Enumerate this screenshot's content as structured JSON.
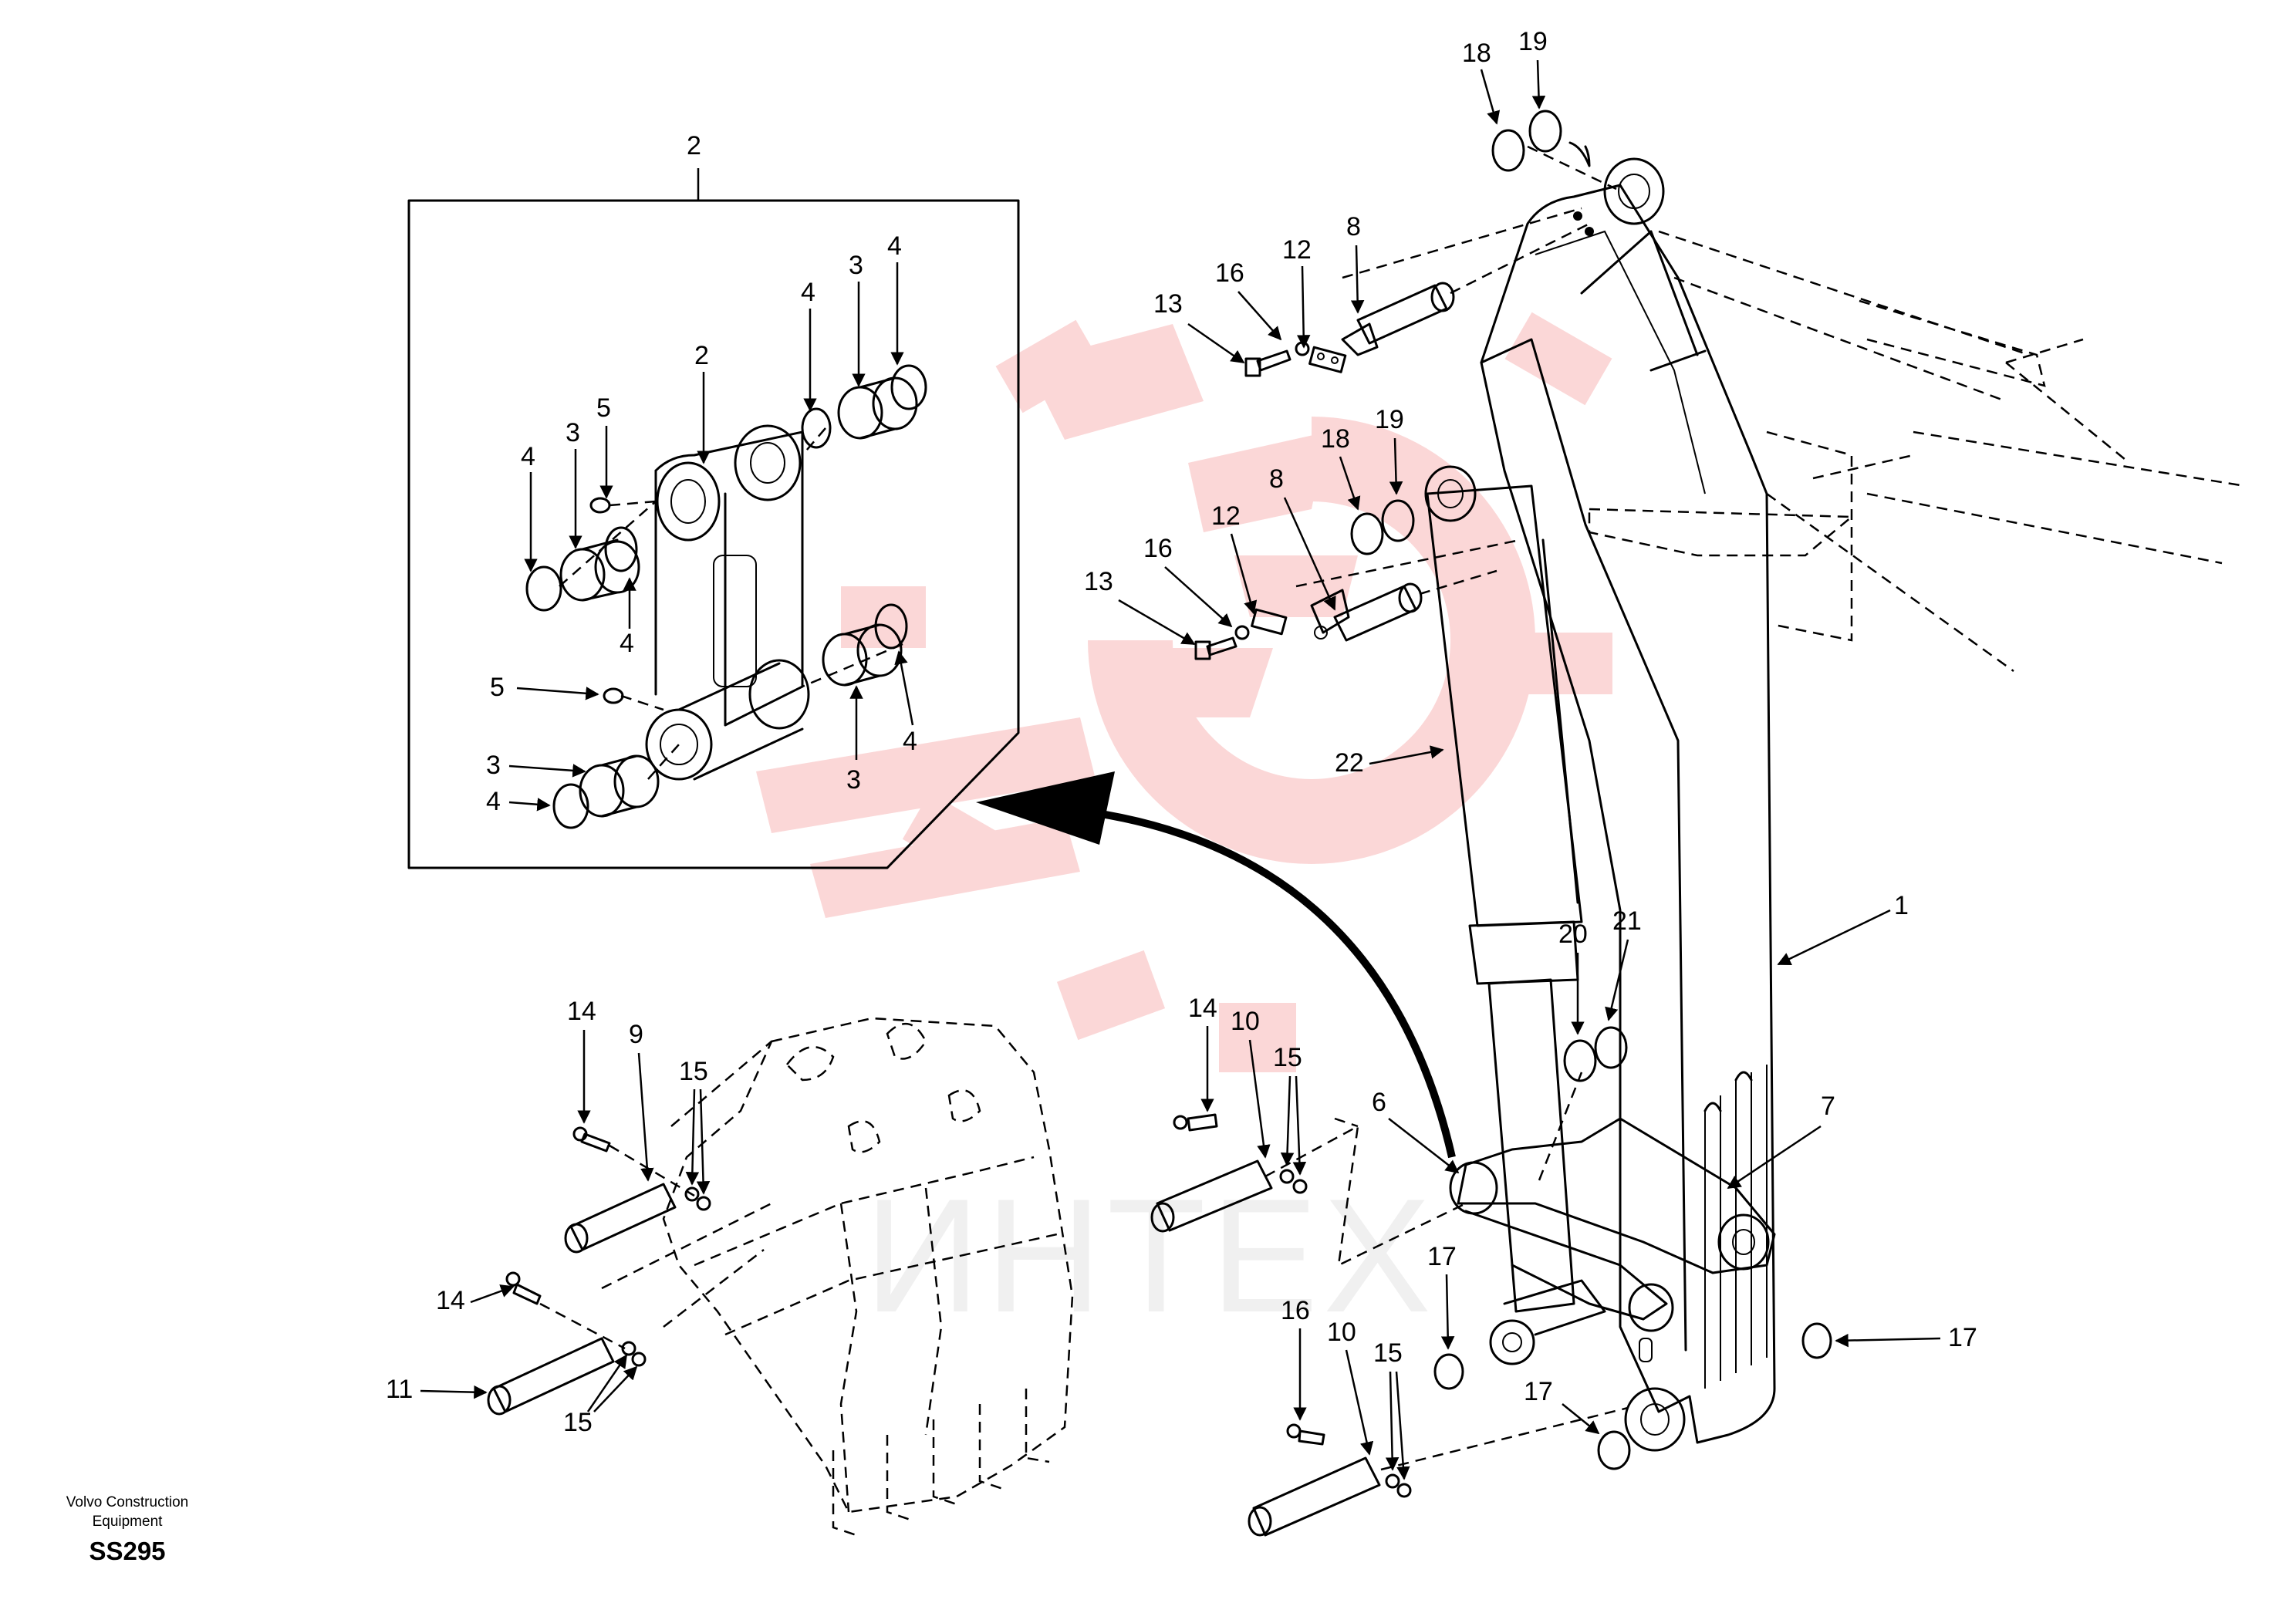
{
  "footer": {
    "manufacturer_line1": "Volvo Construction",
    "manufacturer_line2": "Equipment",
    "sheet_code": "SS295"
  },
  "watermark": {
    "text": "ИНТЕХ",
    "color": "#f7b7b7"
  },
  "inset": {
    "label": "2"
  },
  "callouts": {
    "c18_top": "18",
    "c19_top": "19",
    "c8_top": "8",
    "c12_top": "12",
    "c16_top": "16",
    "c13_top": "13",
    "c18_mid": "18",
    "c19_mid": "19",
    "c8_mid": "8",
    "c12_mid": "12",
    "c16_mid": "16",
    "c13_mid": "13",
    "c22": "22",
    "c1": "1",
    "c20": "20",
    "c21": "21",
    "c6": "6",
    "c7": "7",
    "c14_mid": "14",
    "c10_mid": "10",
    "c15_mid": "15",
    "c17_a": "17",
    "c17_b": "17",
    "c17_c": "17",
    "c16_bot": "16",
    "c10_bot": "10",
    "c15_bot": "15",
    "c14_left_top": "14",
    "c9": "9",
    "c15_left_top": "15",
    "c14_left_bot": "14",
    "c11": "11",
    "c15_left_bot": "15",
    "in_2": "2",
    "in_5a": "5",
    "in_3a": "3",
    "in_4a": "4",
    "in_4b": "4",
    "in_4c": "4",
    "in_3b": "3",
    "in_4d": "4",
    "in_5b": "5",
    "in_3c": "3",
    "in_4e": "4",
    "in_3d": "3",
    "in_4f": "4"
  }
}
